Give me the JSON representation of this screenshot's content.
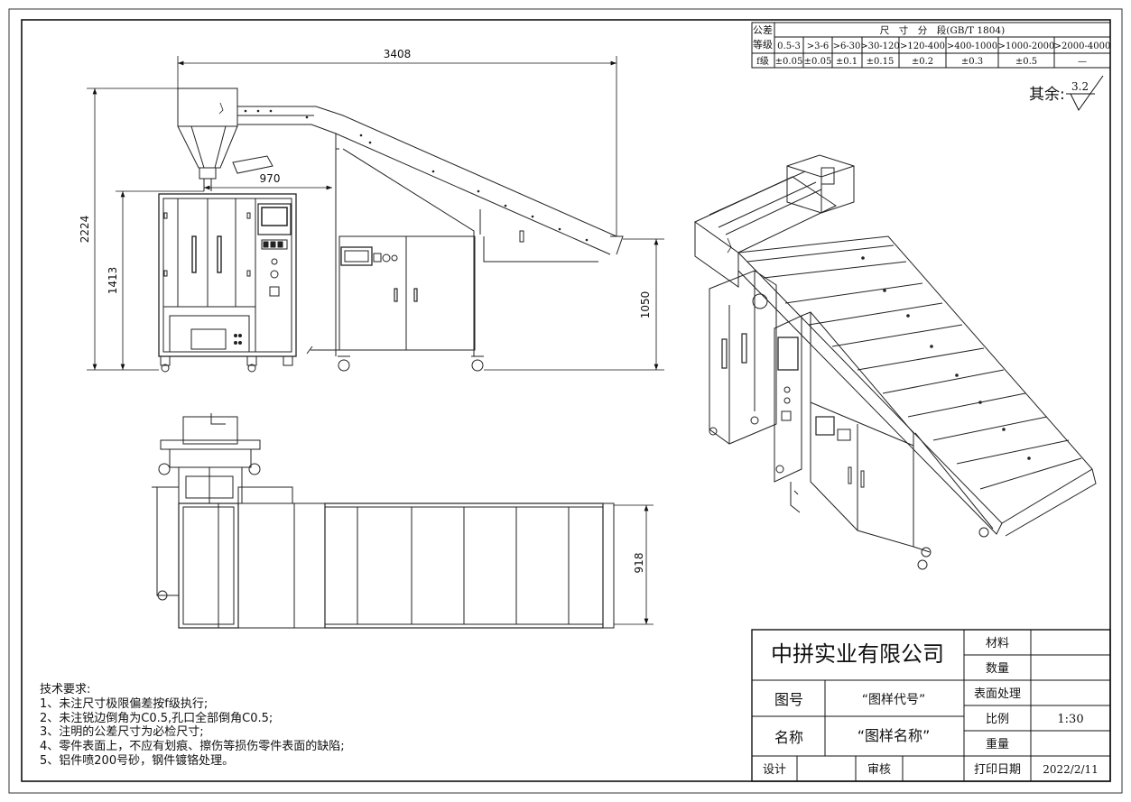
{
  "tolerance_table": {
    "corner_label": "公差等级",
    "header": "尺　寸　分　段(GB/T 1804)",
    "ranges": [
      "0.5-3",
      ">3-6",
      ">6-30",
      ">30-120",
      ">120-400",
      ">400-1000",
      ">1000-2000",
      ">2000-4000"
    ],
    "row_label": "f级",
    "values": [
      "±0.05",
      "±0.05",
      "±0.1",
      "±0.15",
      "±0.2",
      "±0.3",
      "±0.5",
      "—"
    ]
  },
  "surface_finish": {
    "prefix": "其余:",
    "value": "3.2"
  },
  "dimensions": {
    "overall_length": "3408",
    "overall_height": "2224",
    "feeder_offset": "970",
    "machine_height": "1413",
    "conveyor_height": "1050",
    "conveyor_width": "918"
  },
  "technical_notes": {
    "heading": "技术要求:",
    "items": [
      "1、未注尺寸极限偏差按f级执行;",
      "2、未注锐边倒角为C0.5,孔口全部倒角C0.5;",
      "3、注明的公差尺寸为必检尺寸;",
      "4、零件表面上，不应有划痕、擦伤等损伤零件表面的缺陷;",
      "5、铝件喷200号砂，钢件镀铬处理。"
    ]
  },
  "title_block": {
    "company": "中拼实业有限公司",
    "drawing_no_label": "图号",
    "drawing_no_value": "“图样代号”",
    "name_label": "名称",
    "name_value": "“图样名称”",
    "design_label": "设计",
    "review_label": "审核",
    "material_label": "材料",
    "quantity_label": "数量",
    "surface_label": "表面处理",
    "scale_label": "比例",
    "scale_value": "1:30",
    "weight_label": "重量",
    "print_date_label": "打印日期",
    "print_date_value": "2022/2/11"
  }
}
